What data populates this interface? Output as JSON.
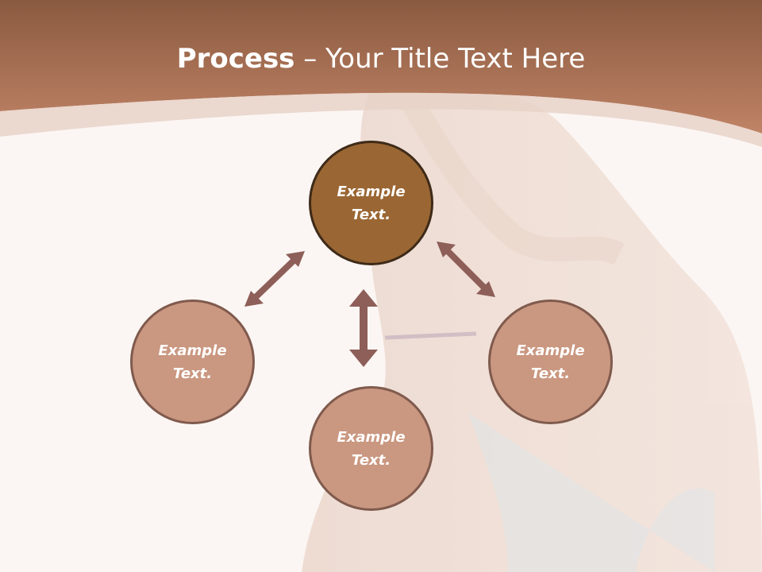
{
  "slide": {
    "title_bold": "Process",
    "title_rest": " – Your Title Text Here"
  },
  "nodes": [
    {
      "line1": "Example",
      "line2": "Text."
    },
    {
      "line1": "Example",
      "line2": "Text."
    },
    {
      "line1": "Example",
      "line2": "Text."
    },
    {
      "line1": "Example",
      "line2": "Text."
    }
  ],
  "colors": {
    "header": "#b67c5d",
    "accent_circle": "#9a6633",
    "circle_fill": "#ca9780",
    "arrow": "#8e5e58"
  }
}
